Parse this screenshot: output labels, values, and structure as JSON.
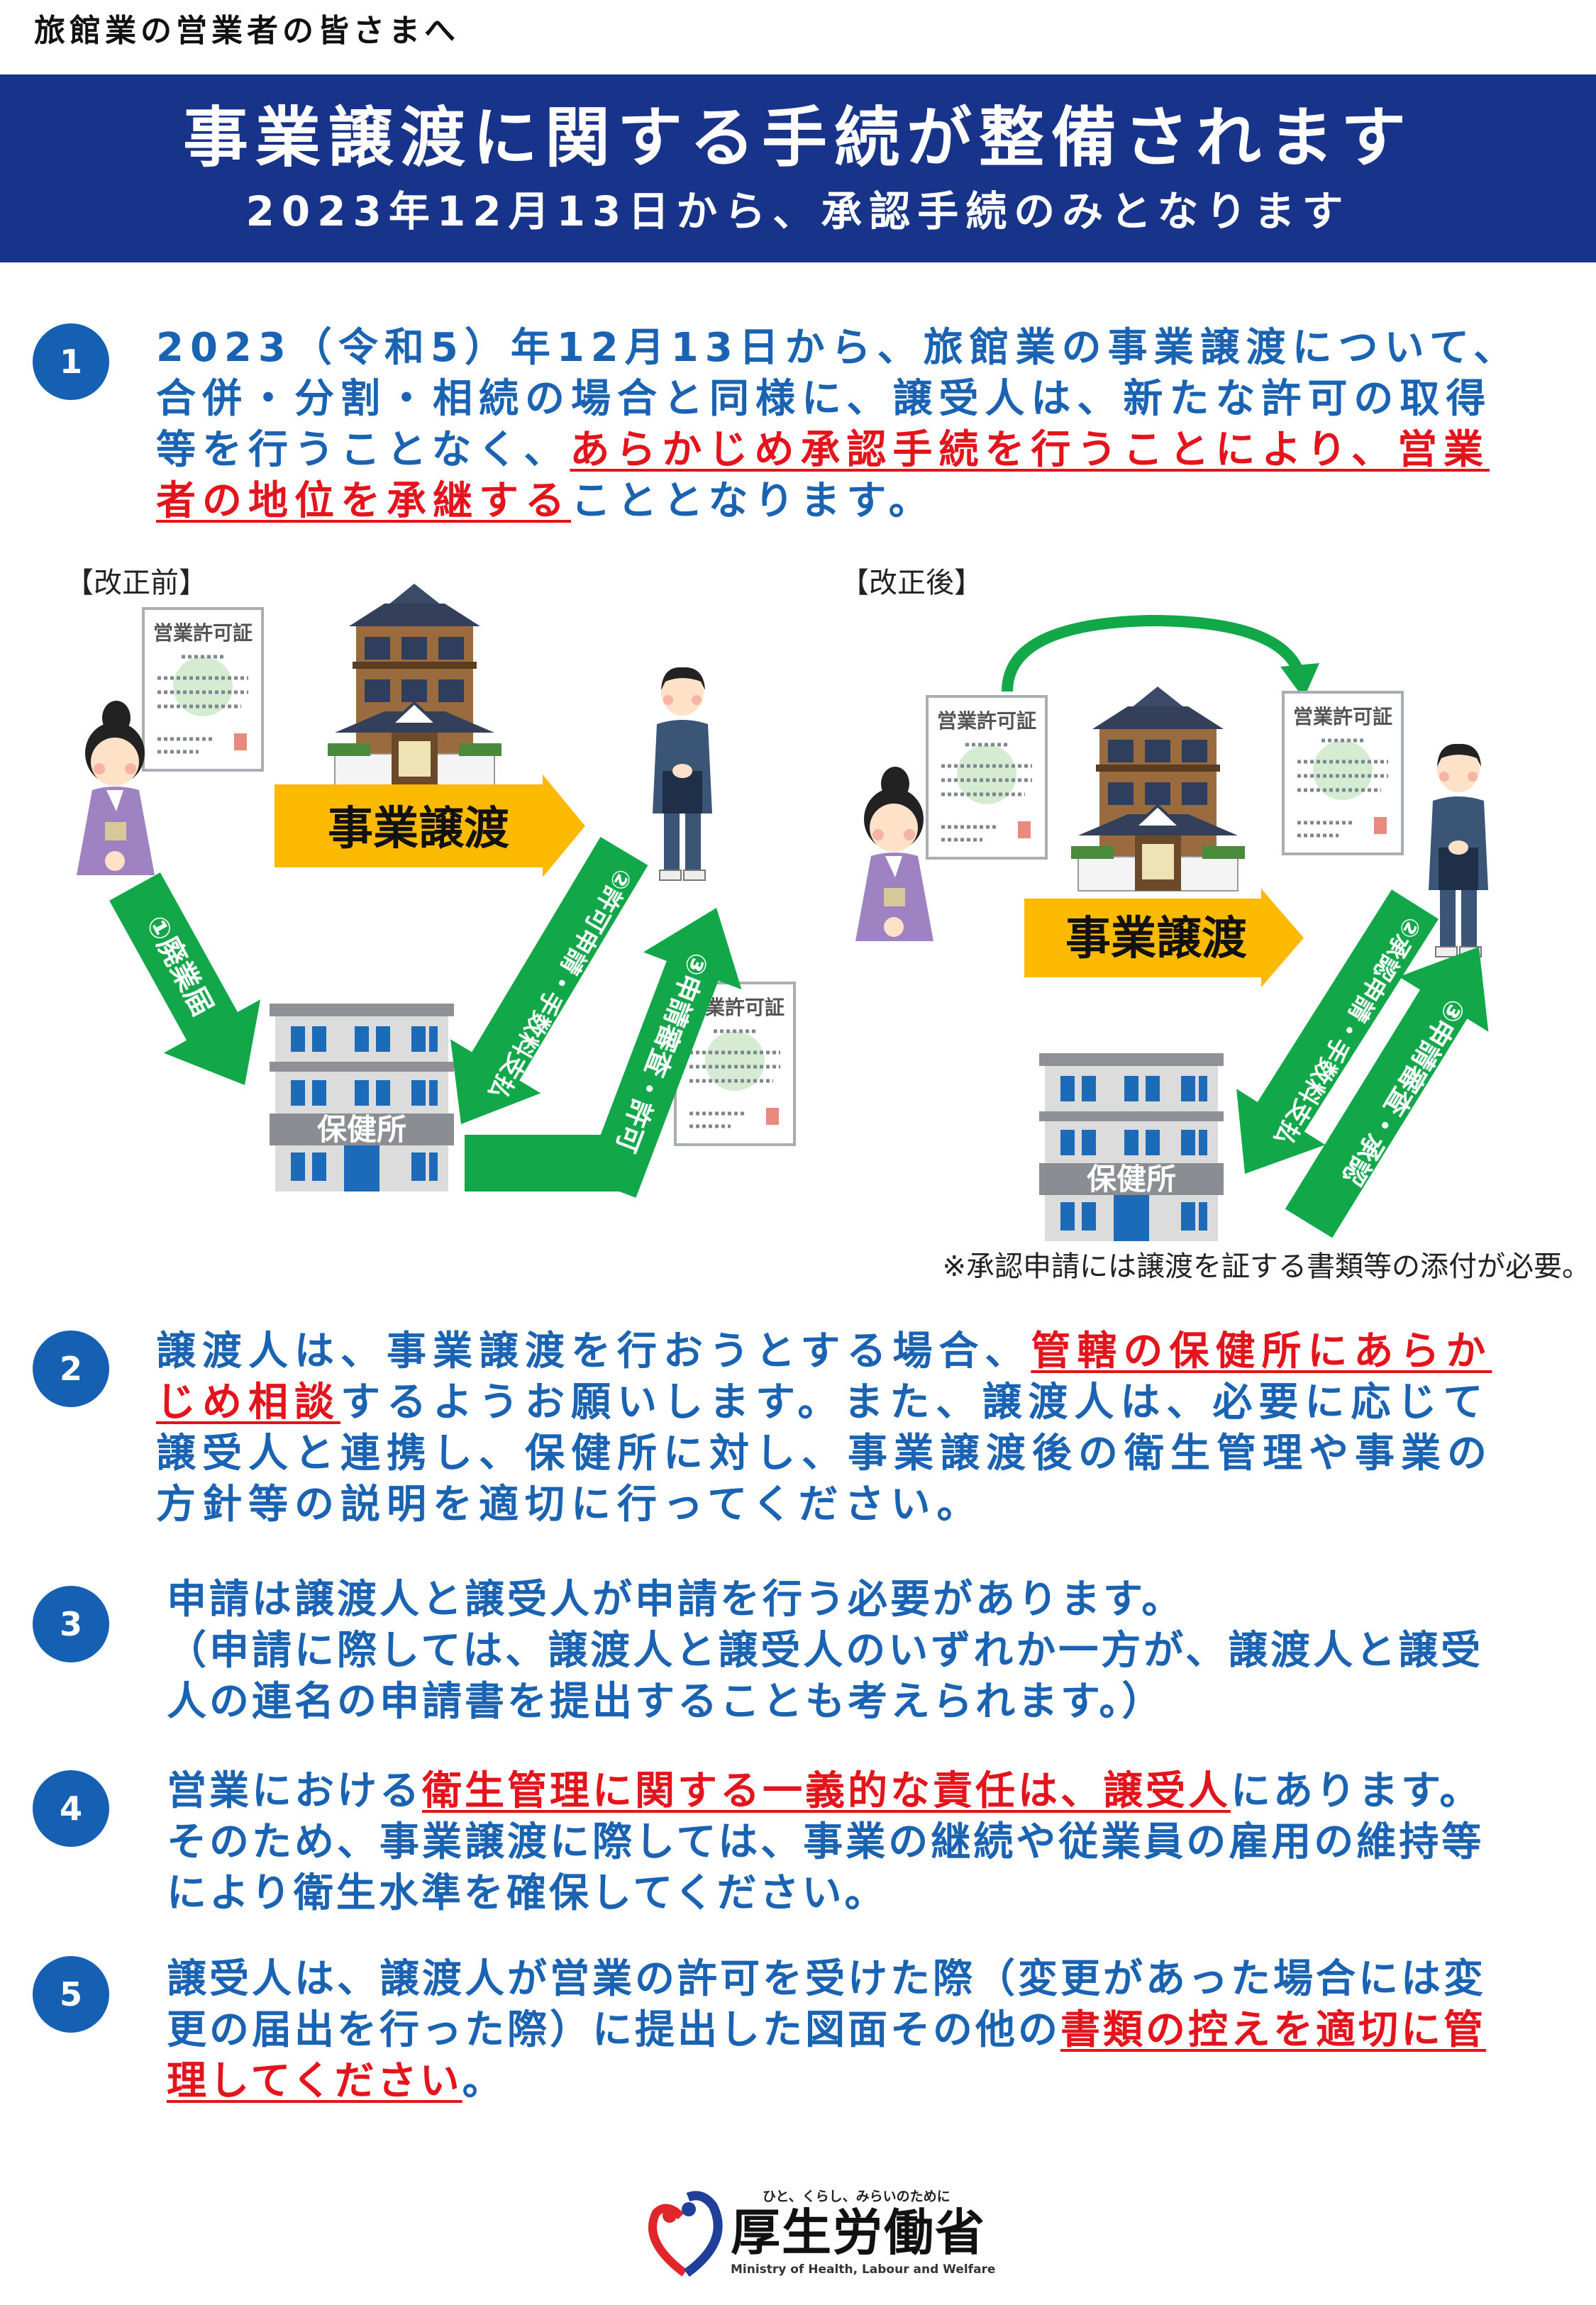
{
  "header": {
    "kicker": "旅館業の営業者の皆さまへ",
    "title": "事業譲渡に関する手続が整備されます",
    "subtitle": "2023年12月13日から、承認手続のみとなります"
  },
  "colors": {
    "banner": "#18338a",
    "text_blue": "#1a62b2",
    "emphasis_red": "#e3141c",
    "arrow_green": "#12a84a",
    "arrow_yellow": "#fbb900"
  },
  "sections": [
    {
      "number": "1",
      "lines": [
        [
          {
            "t": "2023（令和5）年12月13日から、旅館業の事業譲渡について、"
          }
        ],
        [
          {
            "t": "合併・分割・相続の場合と同様に、譲受人は、新たな許可の取得"
          }
        ],
        [
          {
            "t": "等を行うことなく、"
          },
          {
            "t": "あらかじめ承認手続を行うことにより、営業",
            "red": true
          }
        ],
        [
          {
            "t": "者の地位を承継する",
            "red": true
          },
          {
            "t": "こととなります。"
          }
        ]
      ]
    },
    {
      "number": "2",
      "lines": [
        [
          {
            "t": "譲渡人は、事業譲渡を行おうとする場合、"
          },
          {
            "t": "管轄の保健所にあらか",
            "red": true
          }
        ],
        [
          {
            "t": "じめ相談",
            "red": true
          },
          {
            "t": "するようお願いします。また、譲渡人は、必要に応じて"
          }
        ],
        [
          {
            "t": "譲受人と連携し、保健所に対し、事業譲渡後の衛生管理や事業の"
          }
        ],
        [
          {
            "t": "方針等の説明を適切に行ってください。"
          }
        ]
      ]
    },
    {
      "number": "3",
      "lines": [
        [
          {
            "t": "申請は譲渡人と譲受人が申請を行う必要があります。"
          }
        ],
        [
          {
            "t": "（申請に際しては、譲渡人と譲受人のいずれか一方が、譲渡人と譲受"
          }
        ],
        [
          {
            "t": "人の連名の申請書を提出することも考えられます。）"
          }
        ]
      ]
    },
    {
      "number": "4",
      "lines": [
        [
          {
            "t": "営業における"
          },
          {
            "t": "衛生管理に関する一義的な責任は、譲受人",
            "red": true
          },
          {
            "t": "にあります。"
          }
        ],
        [
          {
            "t": "そのため、事業譲渡に際しては、事業の継続や従業員の雇用の維持等"
          }
        ],
        [
          {
            "t": "により衛生水準を確保してください。"
          }
        ]
      ]
    },
    {
      "number": "5",
      "lines": [
        [
          {
            "t": "譲受人は、譲渡人が営業の許可を受けた際（変更があった場合には変"
          }
        ],
        [
          {
            "t": "更の届出を行った際）に提出した図面その他の"
          },
          {
            "t": "書類の控えを適切に管",
            "red": true
          }
        ],
        [
          {
            "t": "理してください",
            "red": true
          },
          {
            "t": "。"
          }
        ]
      ]
    }
  ],
  "diagram": {
    "before_label": "【改正前】",
    "after_label": "【改正後】",
    "certificate_title": "営業許可証",
    "health_center": "保健所",
    "transfer_label": "事業譲渡",
    "before_steps": [
      "①廃業届",
      "②許可申請・手数料支払",
      "③申請審査・許可"
    ],
    "after_steps": [
      "②承認申請・手数料支払",
      "③申請審査・承認"
    ],
    "note": "※承認申請には譲渡を証する書類等の添付が必要。"
  },
  "footer": {
    "tagline": "ひと、くらし、みらいのために",
    "ministry": "厚生労働省",
    "ministry_en": "Ministry of Health, Labour and Welfare"
  }
}
